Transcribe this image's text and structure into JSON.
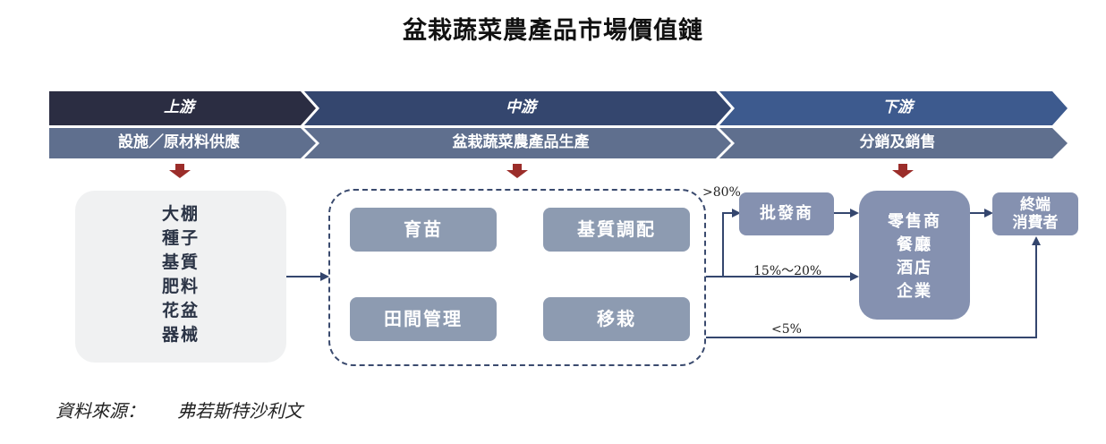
{
  "title": "盆栽蔬菜農產品市場價值鏈",
  "stages": [
    {
      "label": "上游",
      "sub": "設施／原材料供應"
    },
    {
      "label": "中游",
      "sub": "盆栽蔬菜農產品生產"
    },
    {
      "label": "下游",
      "sub": "分銷及銷售"
    }
  ],
  "upstream_items": [
    "大棚",
    "種子",
    "基質",
    "肥料",
    "花盆",
    "器械"
  ],
  "production_steps": [
    "育苗",
    "基質調配",
    "田間管理",
    "移栽"
  ],
  "distribution": {
    "wholesaler": "批發商",
    "retail": [
      "零售商",
      "餐廳",
      "酒店",
      "企業"
    ],
    "consumer": [
      "終端",
      "消費者"
    ],
    "share_wholesale": ">80%",
    "share_retail": "15%～20%",
    "share_direct": "<5%"
  },
  "source": {
    "label": "資料來源：",
    "value": "弗若斯特沙利文"
  },
  "colors": {
    "upstream_band": "#2b2d42",
    "midstream_band": "#34466e",
    "downstream_band": "#3d5a8e",
    "sub_band": "#5f6f8e",
    "down_arrow": "#9b2d2a",
    "flow_line": "#34466e"
  }
}
